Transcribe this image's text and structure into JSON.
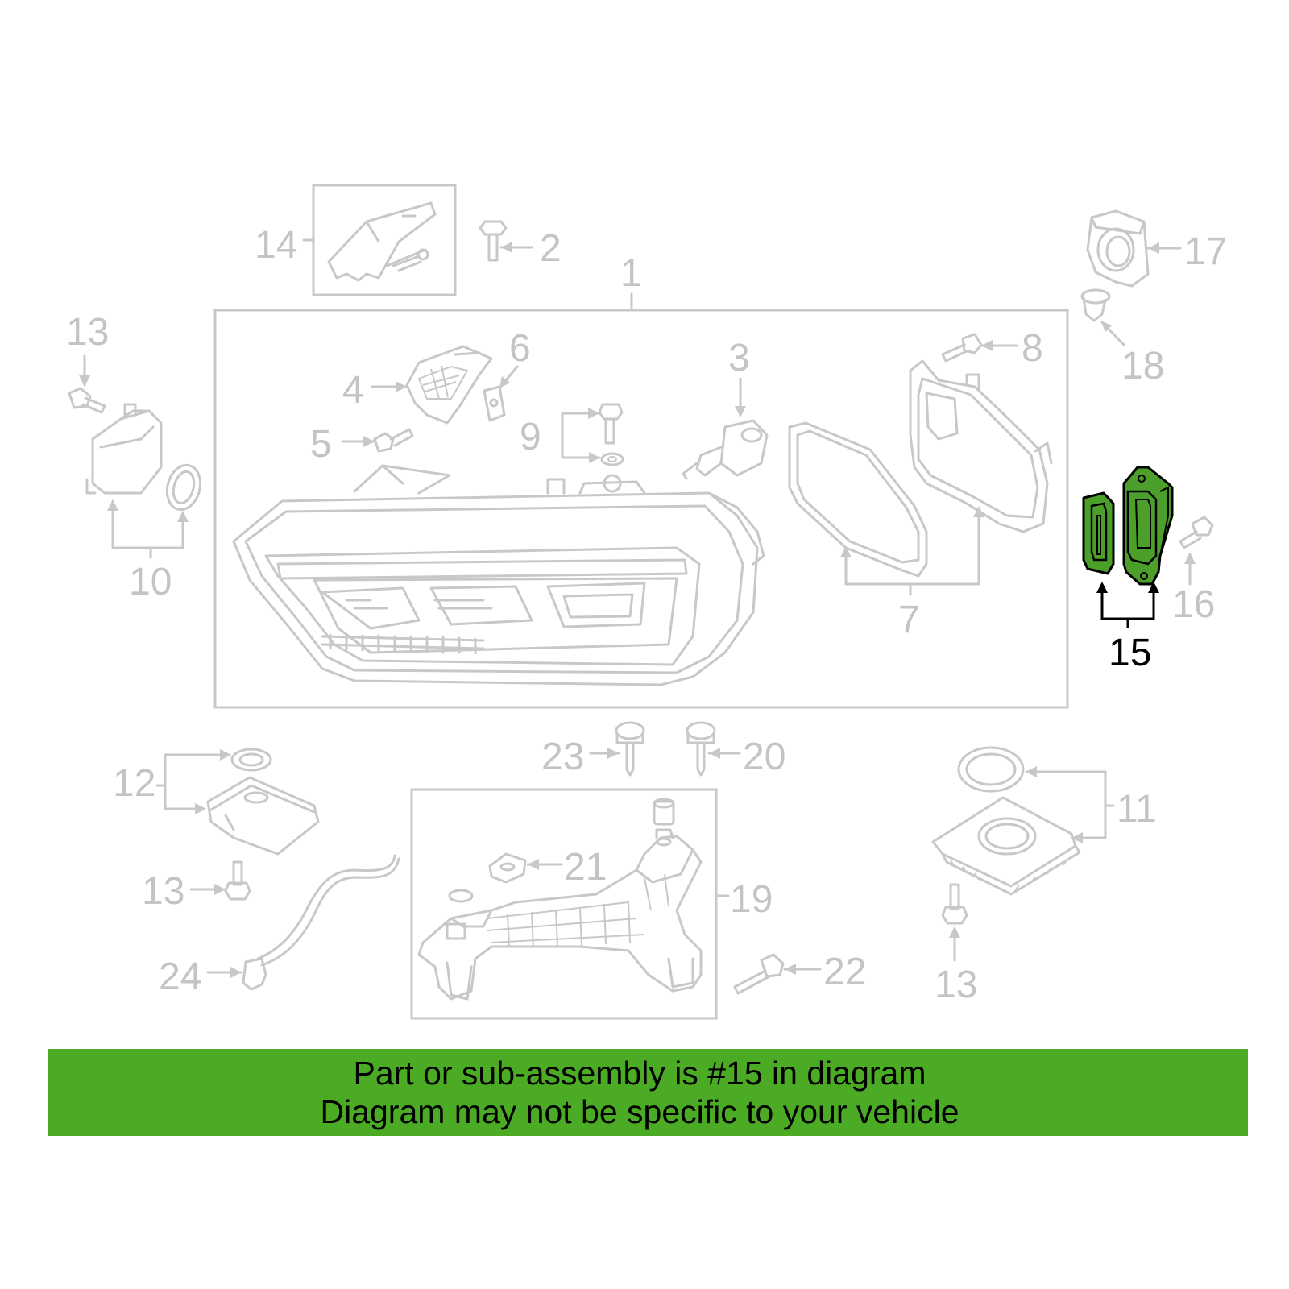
{
  "callouts": {
    "c1": "1",
    "c2": "2",
    "c3": "3",
    "c4": "4",
    "c5": "5",
    "c6": "6",
    "c7": "7",
    "c8": "8",
    "c9": "9",
    "c10": "10",
    "c11": "11",
    "c12": "12",
    "c13a": "13",
    "c13b": "13",
    "c13c": "13",
    "c14": "14",
    "c15": "15",
    "c16": "16",
    "c17": "17",
    "c18": "18",
    "c19": "19",
    "c20": "20",
    "c21": "21",
    "c22": "22",
    "c23": "23",
    "c24": "24"
  },
  "highlight": {
    "part_number": "15",
    "color": "#4c9f2a"
  },
  "banner": {
    "line1": "Part or sub-assembly is #15 in diagram",
    "line2": "Diagram may not be specific to your vehicle",
    "color": "#4cab24"
  }
}
